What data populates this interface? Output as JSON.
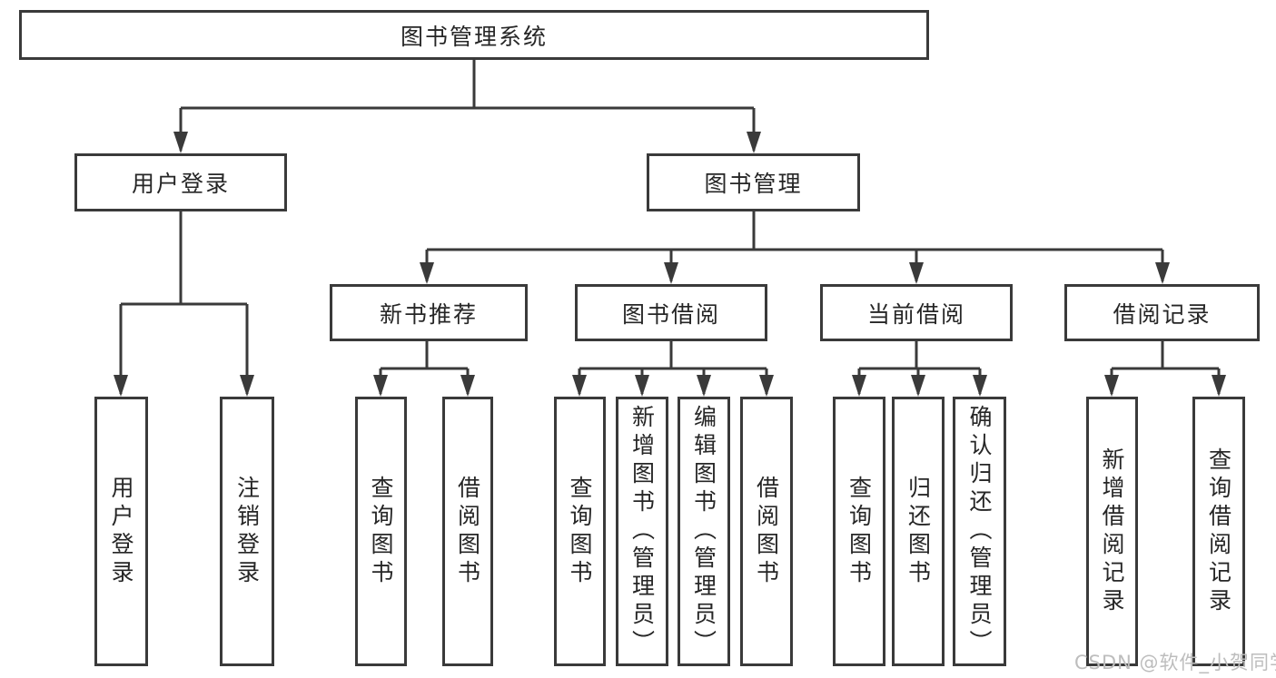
{
  "diagram": {
    "root": {
      "label": "图书管理系统"
    },
    "level2": [
      {
        "label": "用户登录"
      },
      {
        "label": "图书管理"
      }
    ],
    "level3": [
      {
        "label": "新书推荐"
      },
      {
        "label": "图书借阅"
      },
      {
        "label": "当前借阅"
      },
      {
        "label": "借阅记录"
      }
    ],
    "leaves": [
      {
        "label": "用户登录",
        "parent": "用户登录"
      },
      {
        "label": "注销登录",
        "parent": "用户登录"
      },
      {
        "label": "查询图书",
        "parent": "新书推荐"
      },
      {
        "label": "借阅图书",
        "parent": "新书推荐"
      },
      {
        "label": "查询图书",
        "parent": "图书借阅"
      },
      {
        "label": "新增图书（管理员）",
        "parent": "图书借阅"
      },
      {
        "label": "编辑图书（管理员）",
        "parent": "图书借阅"
      },
      {
        "label": "借阅图书",
        "parent": "图书借阅"
      },
      {
        "label": "查询图书",
        "parent": "当前借阅"
      },
      {
        "label": "归还图书",
        "parent": "当前借阅"
      },
      {
        "label": "确认归还（管理员）",
        "parent": "当前借阅"
      },
      {
        "label": "新增借阅记录",
        "parent": "借阅记录"
      },
      {
        "label": "查询借阅记录",
        "parent": "借阅记录"
      }
    ]
  },
  "watermark": {
    "text": "CSDN @软件_小贺同学"
  },
  "colors": {
    "line": "#3a3a3a",
    "box_border": "#3a3a3a",
    "text": "#262626",
    "watermark": "#bdbdbd",
    "background": "#ffffff"
  }
}
